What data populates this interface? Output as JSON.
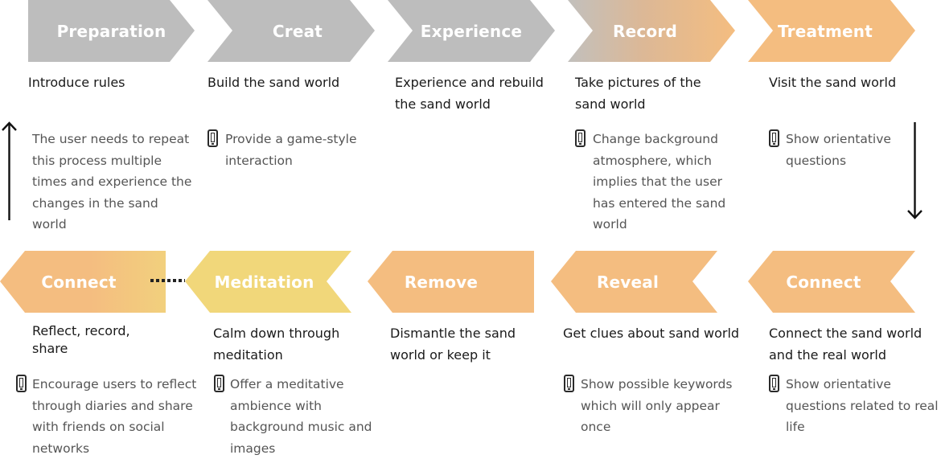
{
  "top_row": [
    {
      "label": "Preparation",
      "color": "#bdbdbd",
      "title": "Introduce rules"
    },
    {
      "label": "Creat",
      "color": "#bdbdbd",
      "title": "Build the sand world",
      "desc": "Provide a game-style interaction"
    },
    {
      "label": "Experience",
      "color": "#bdbdbd",
      "title": "Experience and rebuild the sand world"
    },
    {
      "label": "Record",
      "color": "#f4bd80",
      "title": "Take pictures of the sand world",
      "desc": "Change background atmosphere, which implies that the user has entered the sand world"
    },
    {
      "label": "Treatment",
      "color": "#f4bd80",
      "title": "Visit the sand world",
      "desc": "Show orientative questions"
    }
  ],
  "bottom_row": [
    {
      "label": "Connect",
      "color": "#f4bd80",
      "title": "Reflect, record, share",
      "desc": "Encourage users to reflect through diaries and share with friends on social networks"
    },
    {
      "label": "Meditation",
      "color": "#f1d77a",
      "title": "Calm down through meditation",
      "desc": "Offer a meditative ambience with background music and images"
    },
    {
      "label": "Remove",
      "color": "#f4bd80",
      "title": "Dismantle the sand world or keep it"
    },
    {
      "label": "Reveal",
      "color": "#f4bd80",
      "title": "Get clues about sand world",
      "desc": "Show possible keywords which will only appear once"
    },
    {
      "label": "Connect",
      "color": "#f4bd80",
      "title": "Connect the sand world and the real world",
      "desc": "Show orientative questions related to real life"
    }
  ],
  "repeat_note": "The user needs to repeat this process multiple times and experience the changes in the sand world",
  "icons": [
    "phone-icon",
    "up-arrow-icon",
    "down-arrow-icon",
    "dotted-connector"
  ]
}
